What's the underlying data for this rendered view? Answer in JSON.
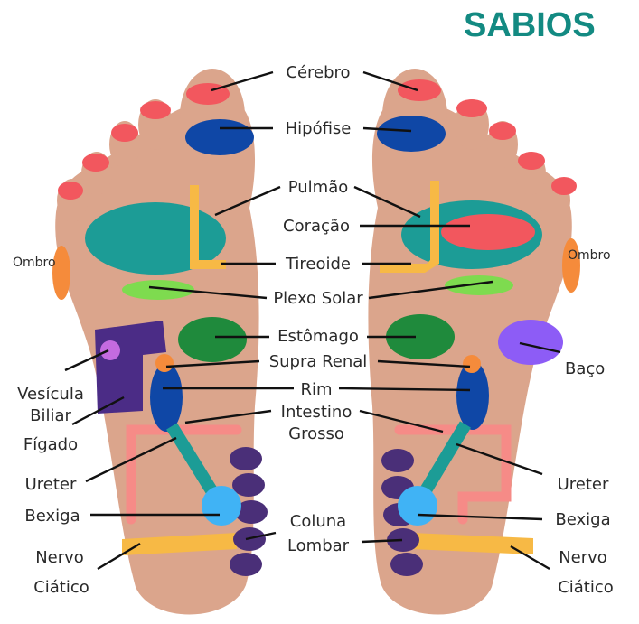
{
  "logo": {
    "text": "SABIOS"
  },
  "colors": {
    "skin": "#dba58c",
    "red": "#f2575e",
    "dark_blue": "#0f47a6",
    "teal": "#1c9c96",
    "yellow": "#f7b945",
    "light_green": "#7edb4f",
    "green": "#1f8a3c",
    "purple": "#4b2c86",
    "light_purple": "#c46be0",
    "orange": "#f58b3b",
    "light_blue": "#40b3f5",
    "pink": "#f68b87",
    "violet": "#8d5cf6",
    "spine": "#4a2f78",
    "logo": "#138a82"
  },
  "labels": {
    "cerebro": "Cérebro",
    "hipofise": "Hipófise",
    "pulmao": "Pulmão",
    "coracao": "Coração",
    "tireoide": "Tireoide",
    "plexo_solar": "Plexo Solar",
    "estomago": "Estômago",
    "supra_renal": "Supra Renal",
    "rim": "Rim",
    "intestino_1": "Intestino",
    "intestino_2": "Grosso",
    "coluna_1": "Coluna",
    "coluna_2": "Lombar",
    "ombro_left": "Ombro",
    "ombro_right": "Ombro",
    "vesicula_1": "Vesícula",
    "vesicula_2": "Biliar",
    "figado": "Fígado",
    "ureter_left": "Ureter",
    "bexiga_left": "Bexiga",
    "nervo_left_1": "Nervo",
    "nervo_left_2": "Ciático",
    "baco": "Baço",
    "ureter_right": "Ureter",
    "bexiga_right": "Bexiga",
    "nervo_right_1": "Nervo",
    "nervo_right_2": "Ciático"
  }
}
